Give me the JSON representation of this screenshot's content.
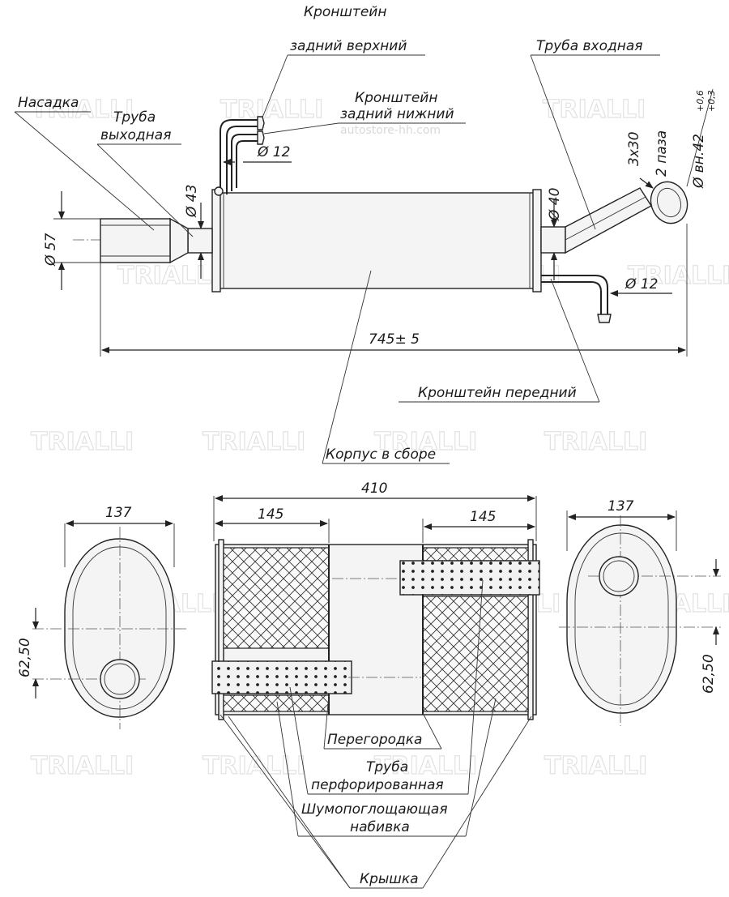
{
  "labels": {
    "bracket_rear_upper": [
      "Кронштейн",
      "задний верхний"
    ],
    "bracket_rear_lower": [
      "Кронштейн",
      "задний нижний"
    ],
    "inlet_pipe": "Труба входная",
    "nozzle": "Насадка",
    "outlet_pipe": [
      "Труба",
      "выходная"
    ],
    "bracket_front": "Кронштейн передний",
    "housing": "Корпус в сборе",
    "partition": "Перегородка",
    "perforated_pipe": [
      "Труба",
      "перфорированная"
    ],
    "packing": [
      "Шумопоглощающая",
      "набивка"
    ],
    "cap": "Крышка"
  },
  "dimensions": {
    "overall_length": "745± 5",
    "d57": "Ø 57",
    "d43": "Ø 43",
    "d12_upper": "Ø 12",
    "d40": "Ø 40",
    "d12_front": "Ø 12",
    "slots": "3x30",
    "slots_count": "2 паза",
    "d_inner": "Ø вн.42",
    "tol_plus": "+0,6",
    "tol_minus": "+0,3",
    "body_length": "410",
    "chamber_left": "145",
    "chamber_right": "145",
    "width_left": "137",
    "width_right": "137",
    "offset_left": "62,50",
    "offset_right": "62,50"
  },
  "watermark": {
    "brand": "TRIALLI",
    "url": "autostore-hh.com"
  }
}
